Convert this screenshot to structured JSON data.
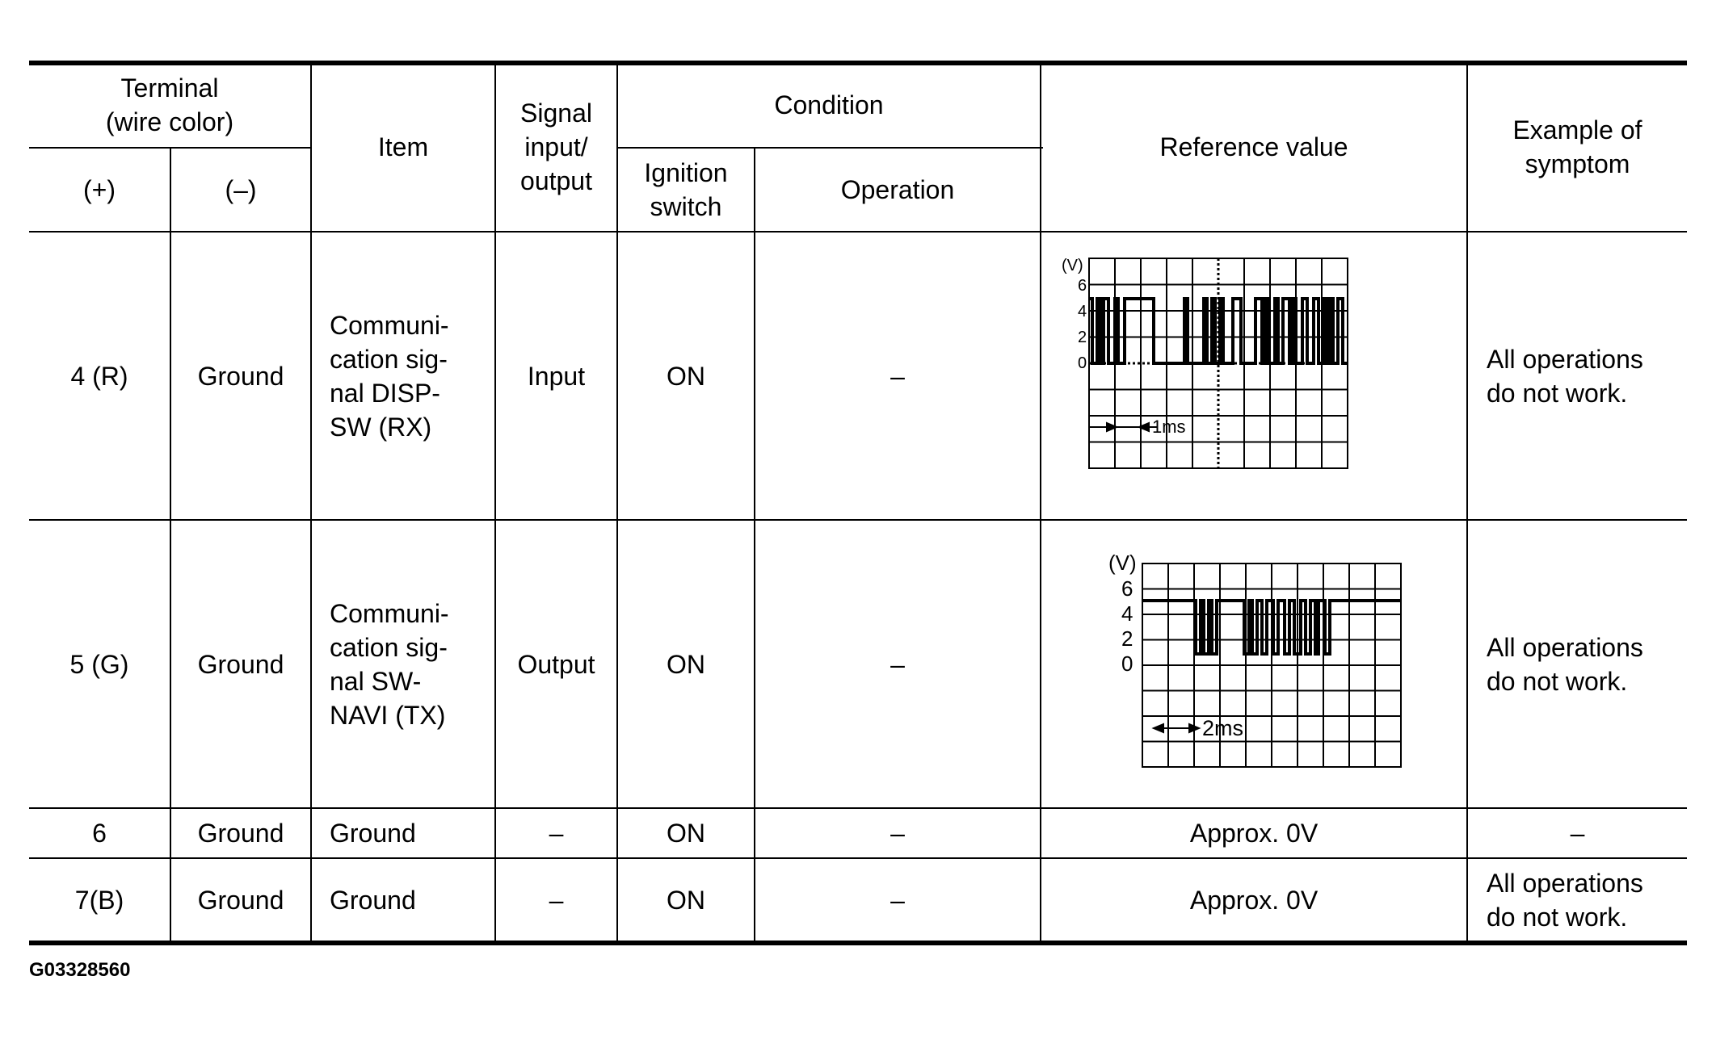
{
  "table": {
    "headers": {
      "terminal": "Terminal\n(wire color)",
      "plus": "(+)",
      "minus": "(–)",
      "item": "Item",
      "signal": "Signal\ninput/\noutput",
      "condition": "Condition",
      "ignition": "Ignition\nswitch",
      "operation": "Operation",
      "reference": "Reference value",
      "symptom": "Example of\nsymptom"
    },
    "rows": [
      {
        "plus": "4 (R)",
        "minus": "Ground",
        "item": "Communi-\ncation sig-\nnal DISP-\nSW (RX)",
        "signal": "Input",
        "ignition": "ON",
        "operation": "–",
        "symptom": "All operations\ndo not  work.",
        "scope": {
          "unit": "(V)",
          "ticks": [
            "6",
            "4",
            "2",
            "0"
          ],
          "timebase": "1ms"
        }
      },
      {
        "plus": "5 (G)",
        "minus": "Ground",
        "item": "Communi-\ncation sig-\nnal SW-\nNAVI (TX)",
        "signal": "Output",
        "ignition": "ON",
        "operation": "–",
        "symptom": "All operations\ndo not  work.",
        "scope": {
          "unit": "(V)",
          "ticks": [
            "6",
            "4",
            "2",
            "0"
          ],
          "timebase": "2ms"
        }
      },
      {
        "plus": "6",
        "minus": "Ground",
        "item": "Ground",
        "signal": "–",
        "ignition": "ON",
        "operation": "–",
        "reference": "Approx. 0V",
        "symptom": "–"
      },
      {
        "plus": "7(B)",
        "minus": "Ground",
        "item": "Ground",
        "signal": "–",
        "ignition": "ON",
        "operation": "–",
        "reference": "Approx. 0V",
        "symptom": "All operations\ndo not  work."
      }
    ]
  },
  "footer_code": "G03328560"
}
